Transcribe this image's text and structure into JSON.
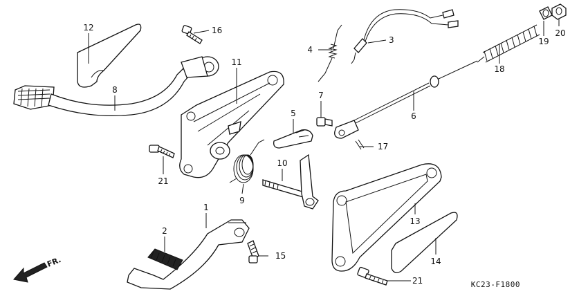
{
  "parts": [
    {
      "id": "1",
      "name": "gear-shift-pedal"
    },
    {
      "id": "2",
      "name": "shift-pedal-rubber"
    },
    {
      "id": "3",
      "name": "stop-switch"
    },
    {
      "id": "4",
      "name": "return-spring"
    },
    {
      "id": "5",
      "name": "pawl-stopper"
    },
    {
      "id": "6",
      "name": "brake-rod"
    },
    {
      "id": "7",
      "name": "joint-pin"
    },
    {
      "id": "8",
      "name": "brake-pedal"
    },
    {
      "id": "9",
      "name": "pedal-spring"
    },
    {
      "id": "10",
      "name": "brake-arm-shaft"
    },
    {
      "id": "11",
      "name": "right-step-holder"
    },
    {
      "id": "12",
      "name": "right-holder-plate"
    },
    {
      "id": "13",
      "name": "left-step-holder"
    },
    {
      "id": "14",
      "name": "left-holder-plate"
    },
    {
      "id": "15",
      "name": "bolt-15"
    },
    {
      "id": "16",
      "name": "bolt-16"
    },
    {
      "id": "17",
      "name": "cotter-pin"
    },
    {
      "id": "18",
      "name": "rod-spring"
    },
    {
      "id": "19",
      "name": "collar"
    },
    {
      "id": "20",
      "name": "adjusting-nut"
    },
    {
      "id": "21a",
      "name": "flange-bolt-upper"
    },
    {
      "id": "21b",
      "name": "flange-bolt-lower"
    }
  ],
  "labels": {
    "p1": "1",
    "p2": "2",
    "p3": "3",
    "p4": "4",
    "p5": "5",
    "p6": "6",
    "p7": "7",
    "p8": "8",
    "p9": "9",
    "p10": "10",
    "p11": "11",
    "p12": "12",
    "p13": "13",
    "p14": "14",
    "p15": "15",
    "p16": "16",
    "p17": "17",
    "p18": "18",
    "p19": "19",
    "p20": "20",
    "p21a": "21",
    "p21b": "21"
  },
  "direction_label": "FR.",
  "diagram_code": "KC23-F1800"
}
